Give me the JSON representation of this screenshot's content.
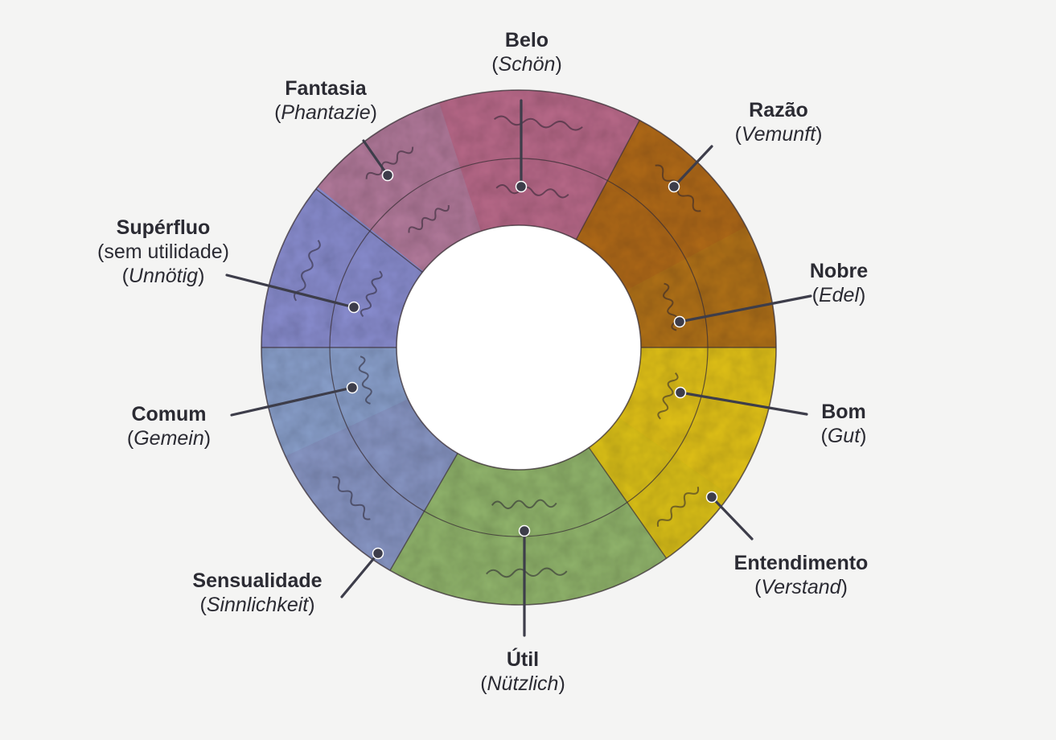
{
  "segments": [
    {
      "key": "fantasia",
      "color": "#b27a9b"
    },
    {
      "key": "belo",
      "color": "#b96a8a"
    },
    {
      "key": "razao",
      "color": "#b06a1d"
    },
    {
      "key": "nobre",
      "color": "#b1721f"
    },
    {
      "key": "bom",
      "color": "#e2c21a"
    },
    {
      "key": "entendimento",
      "color": "#dcc11b"
    },
    {
      "key": "util",
      "color": "#92b56d"
    },
    {
      "key": "sensualidade",
      "color": "#8896c4"
    },
    {
      "key": "comum",
      "color": "#8aa0cc"
    },
    {
      "key": "superfluo",
      "color": "#8a8ed0"
    }
  ],
  "labels": {
    "belo": {
      "pt": "Belo",
      "de": "Schön"
    },
    "fantasia": {
      "pt": "Fantasia",
      "de": "Phantazie"
    },
    "razao": {
      "pt": "Razão",
      "de": "Vemunft"
    },
    "superfluo": {
      "pt": "Supérfluo",
      "sub": "sem utilidade",
      "de": "Unnötig"
    },
    "nobre": {
      "pt": "Nobre",
      "de": "Edel"
    },
    "comum": {
      "pt": "Comum",
      "de": "Gemein"
    },
    "bom": {
      "pt": "Bom",
      "de": "Gut"
    },
    "sensualidade": {
      "pt": "Sensualidade",
      "de": "Sinnlichkeit"
    },
    "entendimento": {
      "pt": "Entendimento",
      "de": "Verstand"
    },
    "util": {
      "pt": "Útil",
      "de": "Nützlich"
    }
  },
  "paren_open": "(",
  "paren_close": ")"
}
